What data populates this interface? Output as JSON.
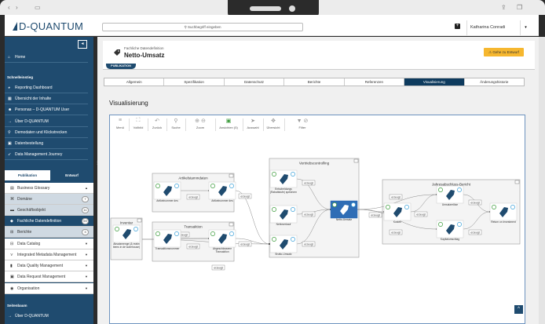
{
  "browser": {
    "back_icon": "chevron-left",
    "forward_icon": "chevron-right",
    "sidebar_icon": "sidebar",
    "share_icon": "share",
    "tabs_icon": "tabs"
  },
  "header": {
    "logo": "D-QUANTUM",
    "search_placeholder": "Suchbegriff eingeben",
    "user": "Katharina Conradi"
  },
  "sidebar": {
    "home": "Home",
    "quick_label": "Schnelleinstieg",
    "quick": [
      "Reporting Dashboard",
      "Übersicht der Inhalte",
      "Personas – D-QUANTUM User",
      "Über D-QUANTUM",
      "Demodaten und Klickstrecken",
      "Datenbestellung",
      "Data Management Journey"
    ],
    "tab_publication": "Publikation",
    "tab_draft": "Entwurf",
    "glossary": "Business Glossary",
    "glossary_items": [
      {
        "label": "Domäne",
        "count": "7"
      },
      {
        "label": "Geschäftsobjekt",
        "count": "11"
      },
      {
        "label": "Fachliche Datendefinition",
        "count": "59"
      },
      {
        "label": "Berichte",
        "count": "3"
      }
    ],
    "modules": [
      "Data Catalog",
      "Integrated Metadata Management",
      "Data Quality Management",
      "Data Request Management",
      "Organisation"
    ],
    "tree_label": "Seitenbaum",
    "tree_item": "Über D-QUANTUM"
  },
  "page": {
    "kind": "Fachliche Datendefinition",
    "title": "Netto-Umsatz",
    "status_badge": "PUBLIKATION",
    "draft_button": "Gehe zu Entwurf",
    "tabs": [
      "Allgemein",
      "Spezifikation",
      "Datenschutz",
      "Berichte",
      "Referenzen",
      "Visualisierung",
      "Änderungshistorie"
    ],
    "active_tab": "Visualisierung",
    "section_title": "Visualisierung"
  },
  "toolbar": [
    "Menü",
    "Vollbild",
    "Zurück",
    "Suche",
    "Zoom",
    "Ansichten (5)",
    "Auswahl",
    "Übersicht",
    "Filter"
  ],
  "diagram": {
    "edge_label": "erzeugt",
    "groups": {
      "inventar": "Inventar",
      "artikel": "Artikelstammdaten",
      "transaktion": "Transaktion",
      "vertrieb": "Vertriebscontrolling",
      "jahres": "Jahresabschluss-Bericht"
    },
    "nodes": {
      "absatz": "Absatzmenge (& realm items in de warehouse)",
      "art1": "Artikelnummer des",
      "art2": "Artikelnummer des",
      "trn1": "Transaktionsnummer",
      "trn2": "Abgeschlossene Transaktion",
      "entsch": "Entscheidungs (Rabattstufe) speichern",
      "netver": "Nettoverkauf",
      "brutto": "Brutto-Umsatz",
      "netto": "Netto-Umsatz",
      "kosten": "Kosten",
      "umsatz": "Umsatzerlöse",
      "kapital": "Kapitalumschlag",
      "roi": "Return on Investment"
    },
    "colors": {
      "highlight": "#2f6db5",
      "tag": "#1f4b6f",
      "badge_left": "#3a9a3a",
      "badge_right": "#3aa0d8"
    }
  }
}
